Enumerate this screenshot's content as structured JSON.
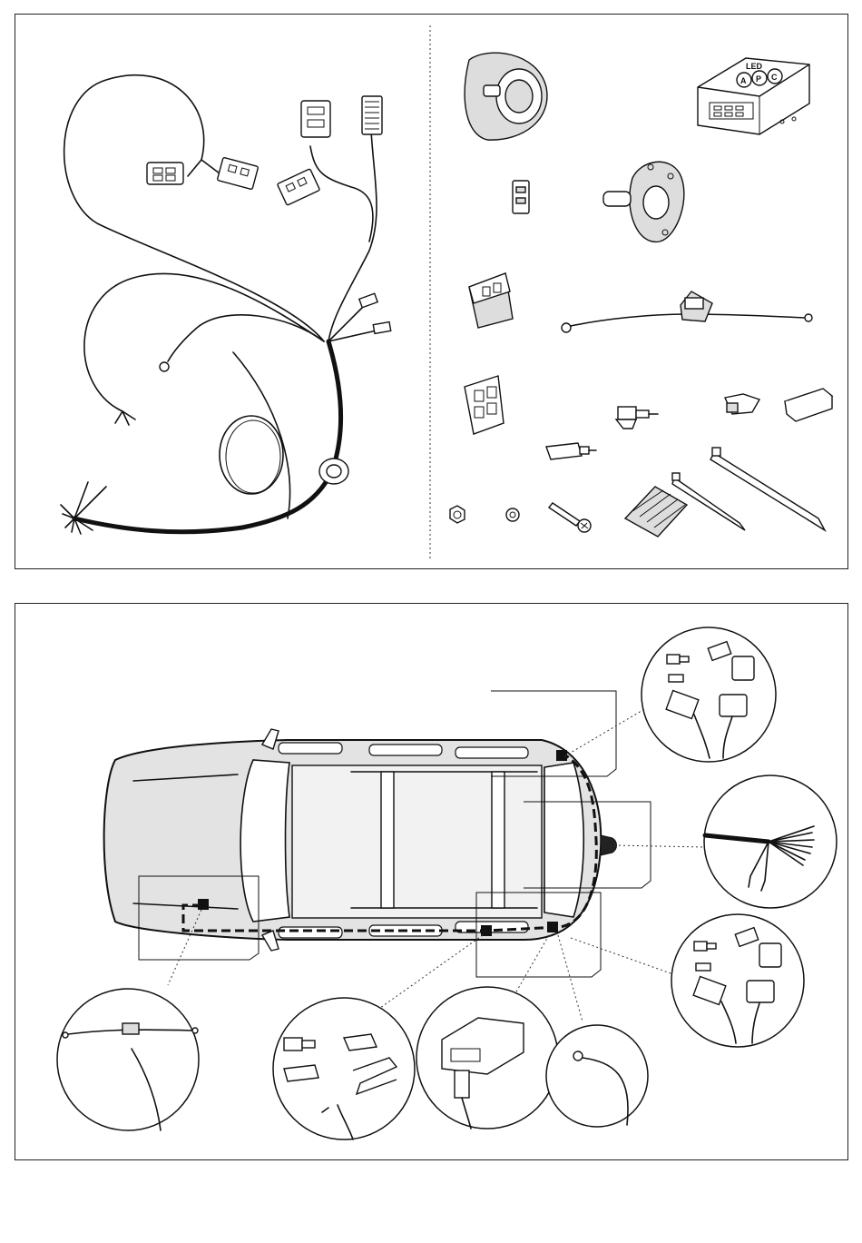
{
  "led_module": {
    "badge": "LED",
    "letters": [
      "A",
      "P",
      "C"
    ]
  },
  "colors": {
    "line": "#111111",
    "car_fill": "#e3e3e3",
    "background": "#ffffff"
  }
}
